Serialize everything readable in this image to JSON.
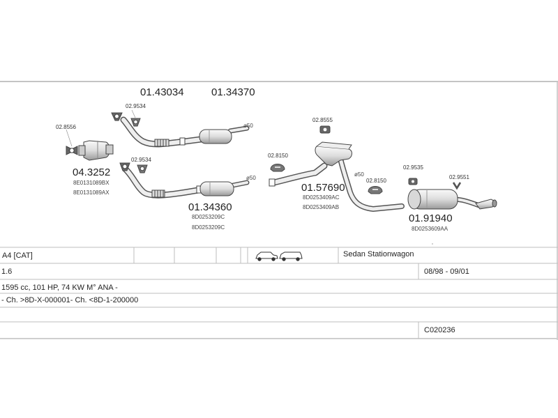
{
  "parts": {
    "pipe_front_upper": "01.43034",
    "silencer_front": "01.34370",
    "catalyst": "04.3252",
    "catalyst_oem_1": "8E0131089BX",
    "catalyst_oem_2": "8E0131089AX",
    "silencer_middle": "01.34360",
    "silencer_middle_oem_1": "8D0253209C",
    "silencer_middle_oem_2": "8D0253209C",
    "middle_pipe": "01.57690",
    "middle_pipe_oem_1": "8D0253409AC",
    "middle_pipe_oem_2": "8D0253409AB",
    "rear_silencer": "01.91940",
    "rear_silencer_oem": "8D0253609AA"
  },
  "fittings": {
    "gasket_cat": "02.8556",
    "gasket_upper": "02.9534",
    "gasket_lower": "02.9534",
    "clamp_middle": "02.8555",
    "clamp_left": "02.8150",
    "clamp_right": "02.8150",
    "hanger_1": "02.9535",
    "hanger_2": "02.9551"
  },
  "diameters": {
    "d1": "ø50",
    "d2": "ø50",
    "d3": "ø50"
  },
  "table": {
    "model": "A4  [CAT]",
    "body": "Sedan  Stationwagon",
    "engine": "1.6",
    "years": "08/98 - 09/01",
    "spec": "1595 cc, 101 HP, 74 KW M° ANA -",
    "chassis": "- Ch. >8D-X-000001- Ch. <8D-1-200000",
    "code": "C020236"
  },
  "colors": {
    "line": "#444444",
    "part_fill": "#e6e6e6",
    "rule": "#bdbdbd"
  }
}
